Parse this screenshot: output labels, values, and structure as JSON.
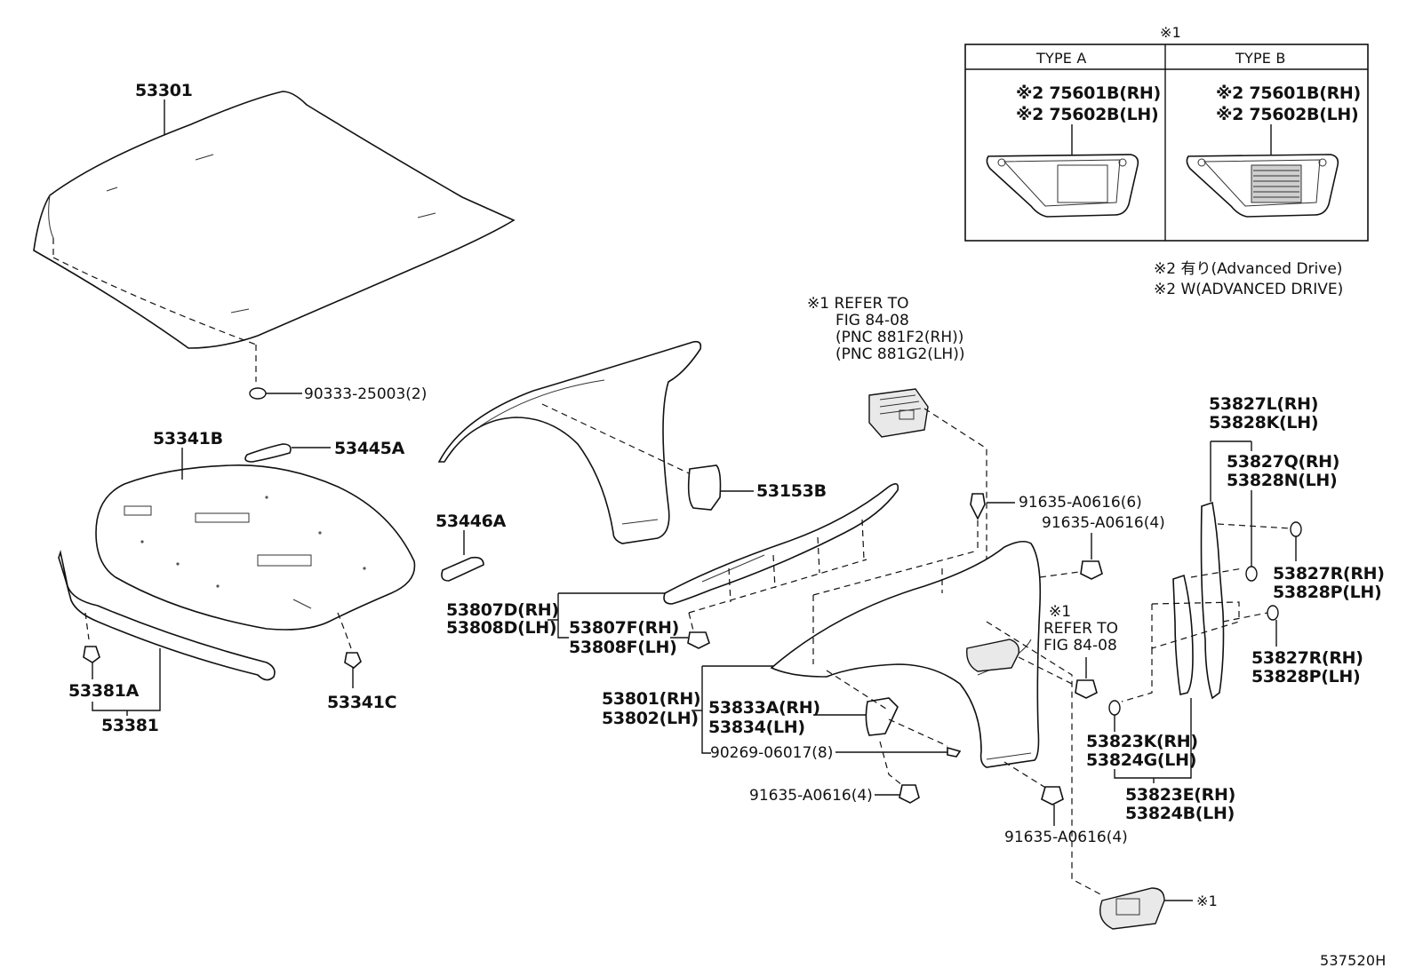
{
  "inset": {
    "note_mark": "※1",
    "type_a": {
      "header": "TYPE A",
      "part1": "※2 75601B(RH)",
      "part2": "※2 75602B(LH)"
    },
    "type_b": {
      "header": "TYPE B",
      "part1": "※2 75601B(RH)",
      "part2": "※2 75602B(LH)"
    },
    "footnote_jp": "※2 有り(Advanced  Drive)",
    "footnote_en": "※2 W(ADVANCED DRIVE)"
  },
  "refer_top": {
    "line1": "※1 REFER TO",
    "line2": "FIG 84-08",
    "line3": "(PNC 881F2(RH))",
    "line4": "(PNC 881G2(LH))"
  },
  "refer_mid": {
    "line1": "※1",
    "line2": "REFER TO",
    "line3": "FIG 84-08"
  },
  "labels": {
    "p53301": "53301",
    "p90333": "90333-25003(2)",
    "p53341B": "53341B",
    "p53445A": "53445A",
    "p53446A": "53446A",
    "p53153B": "53153B",
    "p53381A": "53381A",
    "p53381": "53381",
    "p53341C": "53341C",
    "p53807D": "53807D(RH)",
    "p53808D": "53808D(LH)",
    "p53807F": "53807F(RH)",
    "p53808F": "53808F(LH)",
    "p53801": "53801(RH)",
    "p53802": "53802(LH)",
    "p53833A": "53833A(RH)",
    "p53834": "53834(LH)",
    "p90269": "90269-06017(8)",
    "p91635_a": "91635-A0616(4)",
    "p91635_b": "91635-A0616(4)",
    "p91635_c": "91635-A0616(6)",
    "p91635_d": "91635-A0616(4)",
    "p53827L": "53827L(RH)",
    "p53828K": "53828K(LH)",
    "p53827Q": "53827Q(RH)",
    "p53828N": "53828N(LH)",
    "p53827R_a": "53827R(RH)",
    "p53828P_a": "53828P(LH)",
    "p53827R_b": "53827R(RH)",
    "p53828P_b": "53828P(LH)",
    "p53823K": "53823K(RH)",
    "p53824G": "53824G(LH)",
    "p53823E": "53823E(RH)",
    "p53824B": "53824B(LH)",
    "bottom_mark": "※1",
    "diagram_id": "537520H"
  }
}
